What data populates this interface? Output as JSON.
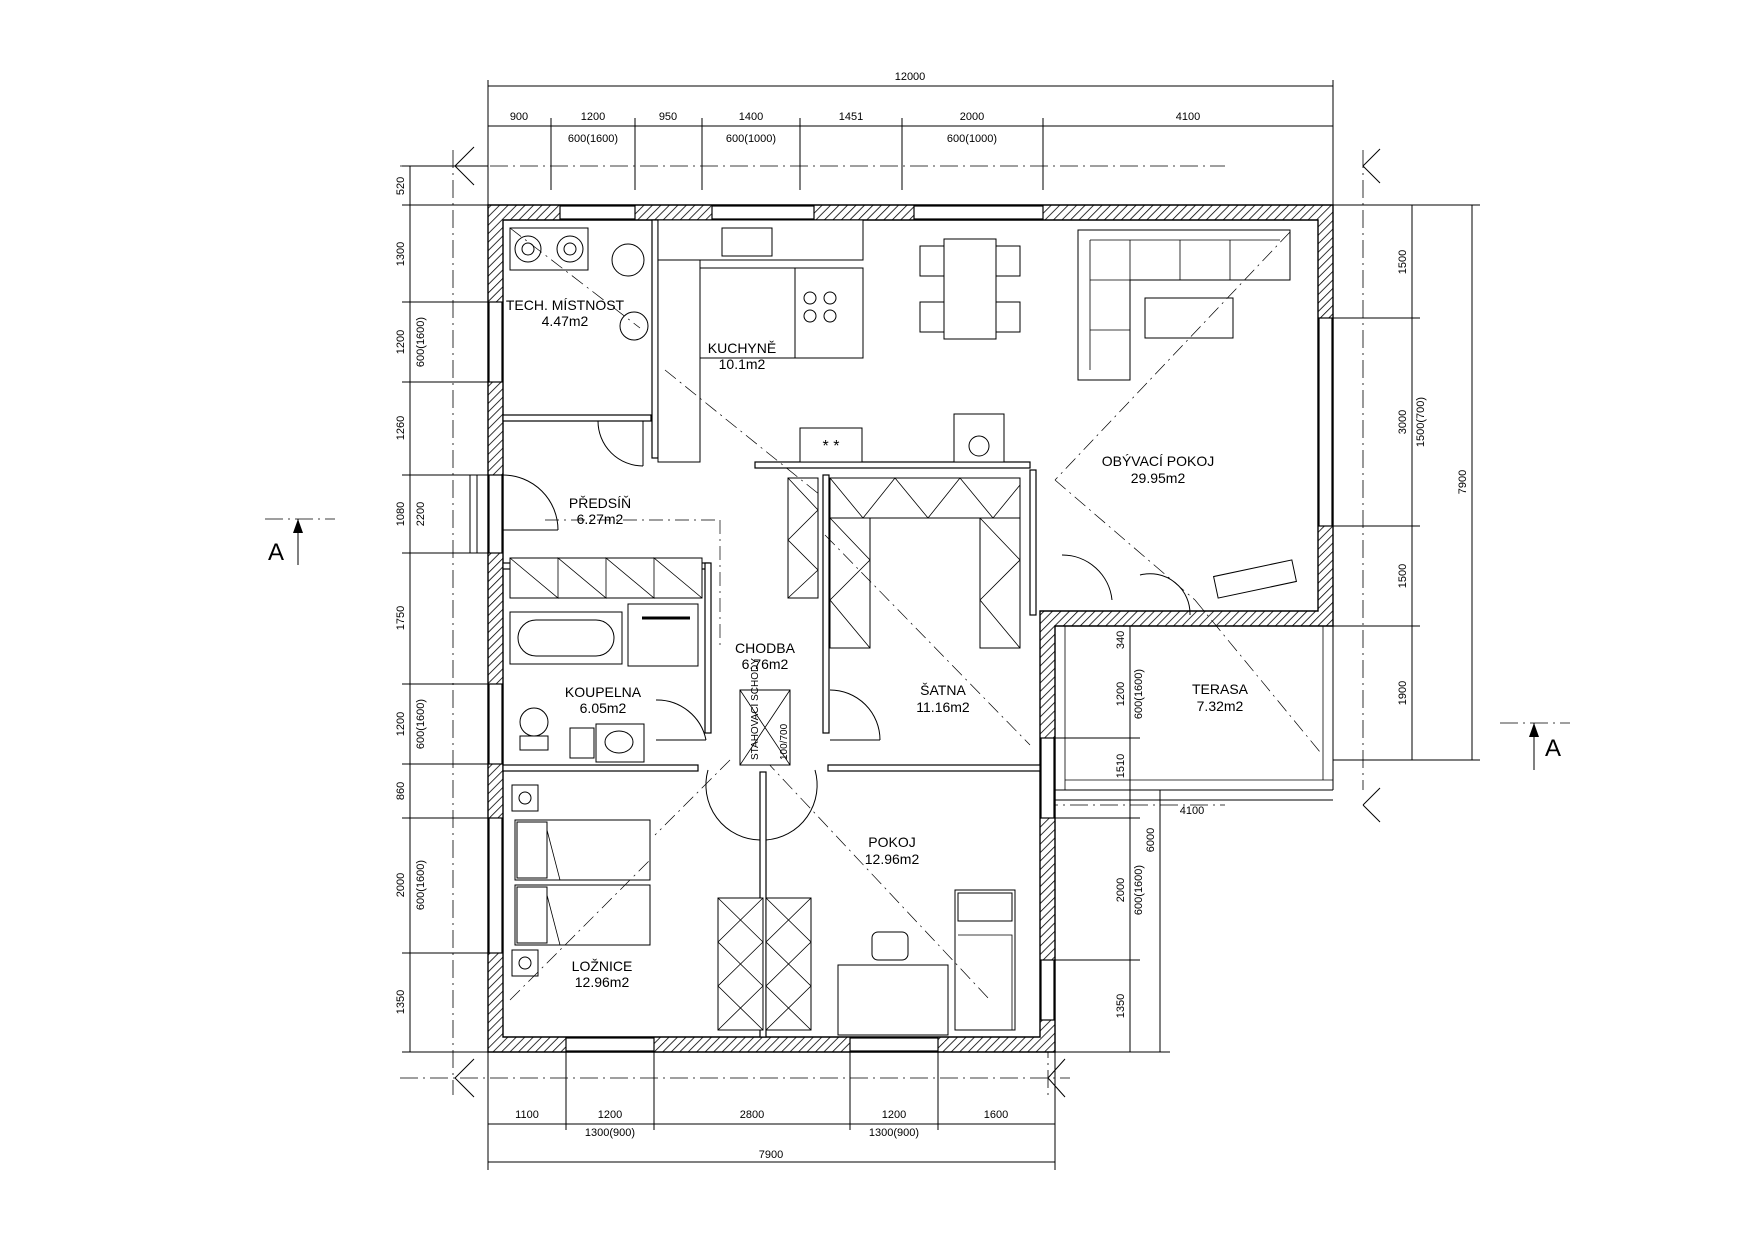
{
  "rooms": {
    "tech": {
      "name": "TECH. MÍSTNOST",
      "area": "4.47m2"
    },
    "kuchyne": {
      "name": "KUCHYNĚ",
      "area": "10.1m2"
    },
    "obyvaci": {
      "name": "OBÝVACÍ POKOJ",
      "area": "29.95m2"
    },
    "predsin": {
      "name": "PŘEDSÍŇ",
      "area": "6.27m2"
    },
    "chodba": {
      "name": "CHODBA",
      "area": "6.76m2"
    },
    "satna": {
      "name": "ŠATNA",
      "area": "11.16m2"
    },
    "koupelna": {
      "name": "KOUPELNA",
      "area": "6.05m2"
    },
    "terasa": {
      "name": "TERASA",
      "area": "7.32m2"
    },
    "pokoj": {
      "name": "POKOJ",
      "area": "12.96m2"
    },
    "loznice": {
      "name": "LOŽNICE",
      "area": "12.96m2"
    }
  },
  "stair_label": "STAHOVACÍ SCHODY",
  "stair_dim": "100/700",
  "section_mark": "A",
  "dims": {
    "top_total": "12000",
    "top": [
      "900",
      "1200",
      "950",
      "1400",
      "1451",
      "2000",
      "4100"
    ],
    "top_windows": [
      "600(1600)",
      "600(1000)",
      "600(1000)"
    ],
    "bottom": [
      "1100",
      "1200",
      "2800",
      "1200",
      "1600"
    ],
    "bottom_windows": [
      "1300(900)",
      "1300(900)"
    ],
    "bottom_total": "7900",
    "left": [
      "520",
      "1300",
      "1200",
      "1260",
      "1080",
      "1750",
      "1200",
      "860",
      "2000",
      "1350"
    ],
    "left_windows": [
      "600(1600)",
      "600(1600)",
      "600(1600)"
    ],
    "left_door": "2200",
    "right": [
      "1500",
      "3000",
      "1500",
      "1900"
    ],
    "right_window": "1500(700)",
    "right_total": "7900",
    "mid": [
      "340",
      "1200",
      "1510",
      "2000",
      "1350"
    ],
    "mid_windows": [
      "600(1600)",
      "600(1600)"
    ],
    "mid_total": "6000",
    "terrace_width": "4100"
  }
}
